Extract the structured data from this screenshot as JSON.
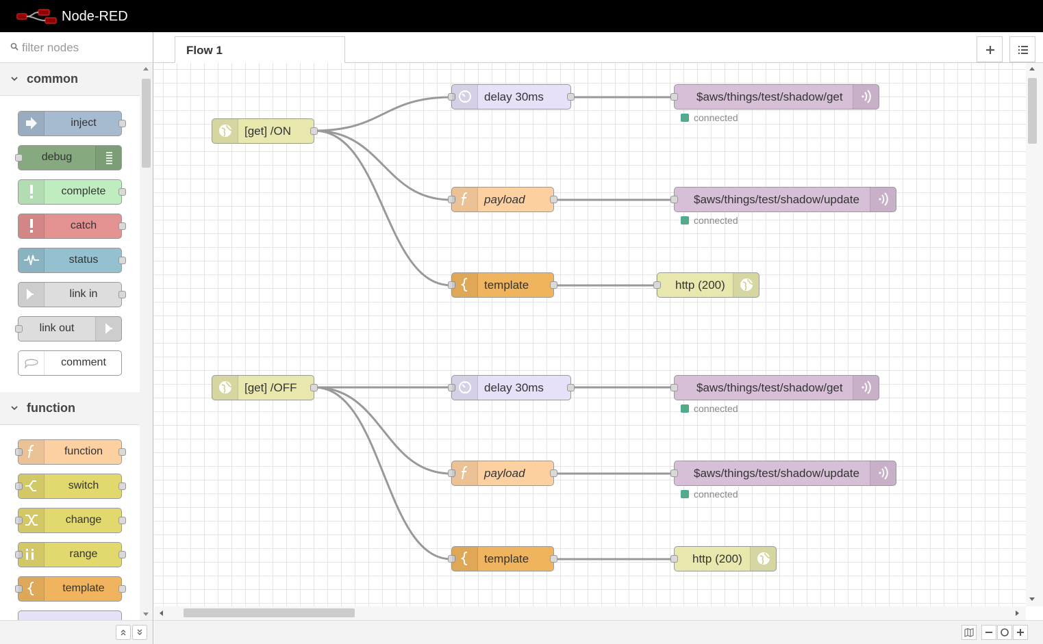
{
  "app": {
    "title": "Node-RED"
  },
  "palette": {
    "filter_placeholder": "filter nodes",
    "categories": [
      {
        "label": "common",
        "nodes": [
          {
            "label": "inject",
            "color": "#a6bbcf"
          },
          {
            "label": "debug",
            "color": "#87a980"
          },
          {
            "label": "complete",
            "color": "#c0edc0"
          },
          {
            "label": "catch",
            "color": "#e49191"
          },
          {
            "label": "status",
            "color": "#94c1d0"
          },
          {
            "label": "link in",
            "color": "#dddddd"
          },
          {
            "label": "link out",
            "color": "#dddddd"
          },
          {
            "label": "comment",
            "color": "#ffffff"
          }
        ]
      },
      {
        "label": "function",
        "nodes": [
          {
            "label": "function",
            "color": "#fdd0a2"
          },
          {
            "label": "switch",
            "color": "#e2d96e"
          },
          {
            "label": "change",
            "color": "#e2d96e"
          },
          {
            "label": "range",
            "color": "#e2d96e"
          },
          {
            "label": "template",
            "color": "#f0b45f"
          }
        ]
      }
    ]
  },
  "workspace": {
    "tabs": [
      {
        "label": "Flow 1"
      }
    ],
    "nodes": {
      "get_on": "[get] /ON",
      "delay1": "delay 30ms",
      "aws_get1": "$aws/things/test/shadow/get",
      "payload1": "payload",
      "aws_update1": "$aws/things/test/shadow/update",
      "template1": "template",
      "http1": "http (200)",
      "get_off": "[get] /OFF",
      "delay2": "delay 30ms",
      "aws_get2": "$aws/things/test/shadow/get",
      "payload2": "payload",
      "aws_update2": "$aws/things/test/shadow/update",
      "template2": "template",
      "http2": "http (200)"
    },
    "status_text": "connected",
    "colors": {
      "http_in": "#e7e7ae",
      "delay": "#e6e0f8",
      "mqtt": "#d8bfd8",
      "function": "#fdd0a2",
      "template": "#f0b45f",
      "status_connected": "#55aa88"
    }
  }
}
